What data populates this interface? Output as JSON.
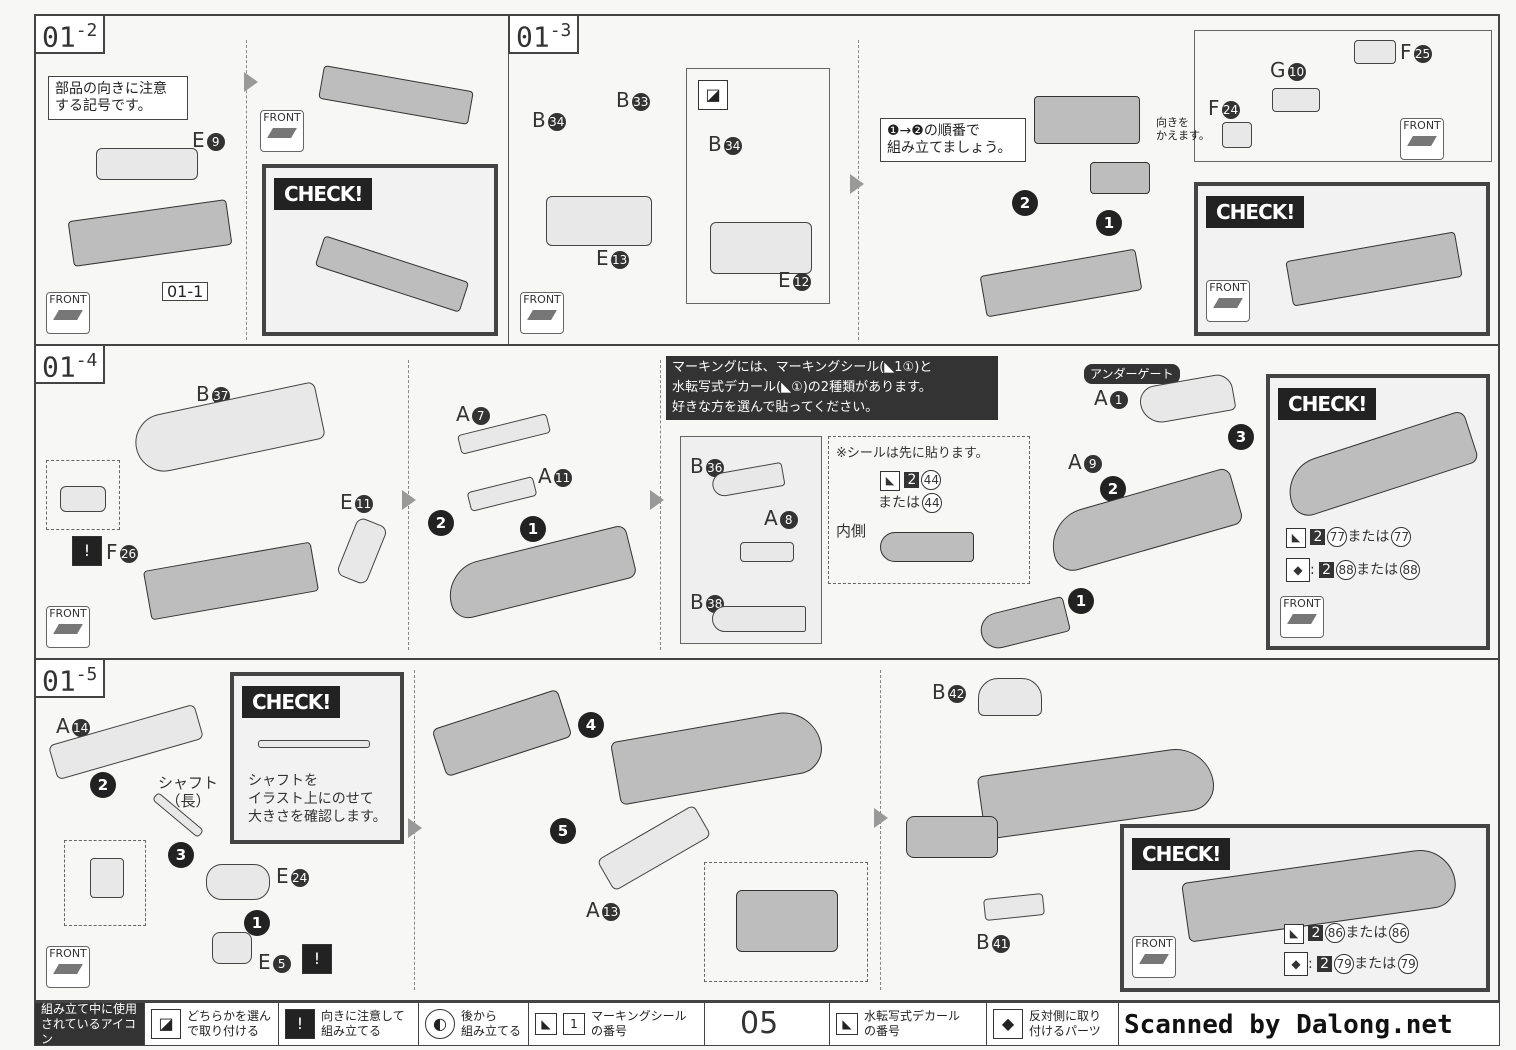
{
  "sections": {
    "s1": {
      "label": "01",
      "sub": "-2"
    },
    "s2": {
      "label": "01",
      "sub": "-3"
    },
    "s3": {
      "label": "01",
      "sub": "-4"
    },
    "s4": {
      "label": "01",
      "sub": "-5"
    }
  },
  "check_label": "CHECK!",
  "front_label": "FRONT",
  "s1": {
    "note": "部品の向きに注意\nする記号です。",
    "part_e9": "E",
    "part_e9_num": "9",
    "ref": "01-1"
  },
  "s2": {
    "b34": "B",
    "b34_num": "34",
    "b33": "B",
    "b33_num": "33",
    "b34b": "B",
    "b34b_num": "34",
    "e13": "E",
    "e13_num": "13",
    "e12": "E",
    "e12_num": "12",
    "order_note": "❶→❷の順番で\n組み立てましょう。",
    "g10": "G",
    "g10_num": "10",
    "f24": "F",
    "f24_num": "24",
    "f25": "F",
    "f25_num": "25",
    "orient_note": "向きを\nかえます。"
  },
  "s3": {
    "b37": "B",
    "b37_num": "37",
    "f26": "F",
    "f26_num": "26",
    "e11": "E",
    "e11_num": "11",
    "a7": "A",
    "a7_num": "7",
    "a11": "A",
    "a11_num": "11",
    "marking_note": "マーキングには、マーキングシール(◣1①)と\n水転写式デカール(◣①)の2種類があります。\n好きな方を選んで貼ってください。",
    "b36": "B",
    "b36_num": "36",
    "a8": "A",
    "a8_num": "8",
    "b38": "B",
    "b38_num": "38",
    "seal_note": "※シールは先に貼ります。",
    "seal_a": "2",
    "seal_a_num": "44",
    "seal_or": "または",
    "seal_b_num": "44",
    "inside": "内側",
    "undergate": "アンダーゲート",
    "a1": "A",
    "a1_num": "1",
    "a9": "A",
    "a9_num": "9",
    "check_line1_pre": "2",
    "check_line1_num": "77",
    "check_line1_or": "または",
    "check_line1_num2": "77",
    "check_line2_pre": "2",
    "check_line2_num": "88",
    "check_line2_or": "または",
    "check_line2_num2": "88"
  },
  "s4": {
    "a14": "A",
    "a14_num": "14",
    "shaft": "シャフト\n（長）",
    "e24": "E",
    "e24_num": "24",
    "e5": "E",
    "e5_num": "5",
    "check_text": "シャフトを\nイラスト上にのせて\n大きさを確認します。",
    "a13": "A",
    "a13_num": "13",
    "b42": "B",
    "b42_num": "42",
    "b41": "B",
    "b41_num": "41",
    "check_line1_pre": "2",
    "check_line1_num": "86",
    "check_line1_or": "または",
    "check_line1_num2": "86",
    "check_line2_pre": "2",
    "check_line2_num": "79",
    "check_line2_or": "または",
    "check_line2_num2": "79"
  },
  "footer": {
    "intro": "組み立て中に使用\nされているアイコン",
    "choose": "どちらかを選ん\nで取り付ける",
    "caution": "向きに注意して\n組み立てる",
    "later": "後から\n組み立てる",
    "seal": "マーキングシール\nの番号",
    "page": "05",
    "decal": "水転写式デカール\nの番号",
    "opposite": "反対側に取り\n付けるパーツ"
  },
  "watermark": "Scanned by Dalong.net"
}
